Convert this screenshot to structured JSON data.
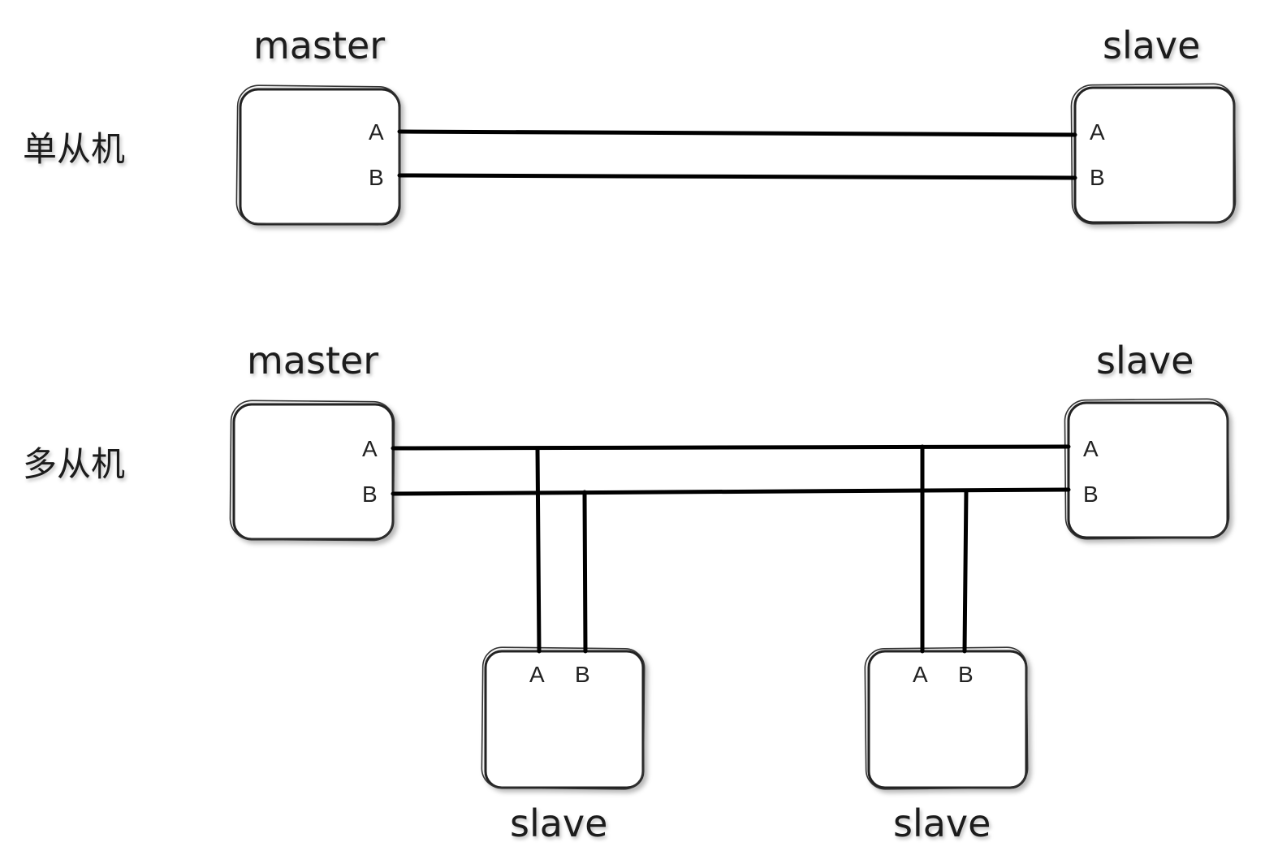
{
  "colors": {
    "ink": "#000000",
    "shadow": "#b9b9b9",
    "background": "#ffffff"
  },
  "sections": [
    {
      "label": "单从机",
      "master": "master",
      "slave": "slave"
    },
    {
      "label": "多从机",
      "master": "master",
      "slave": "slave",
      "branches": [
        "slave",
        "slave"
      ]
    }
  ],
  "pins": {
    "a": "A",
    "b": "B"
  }
}
